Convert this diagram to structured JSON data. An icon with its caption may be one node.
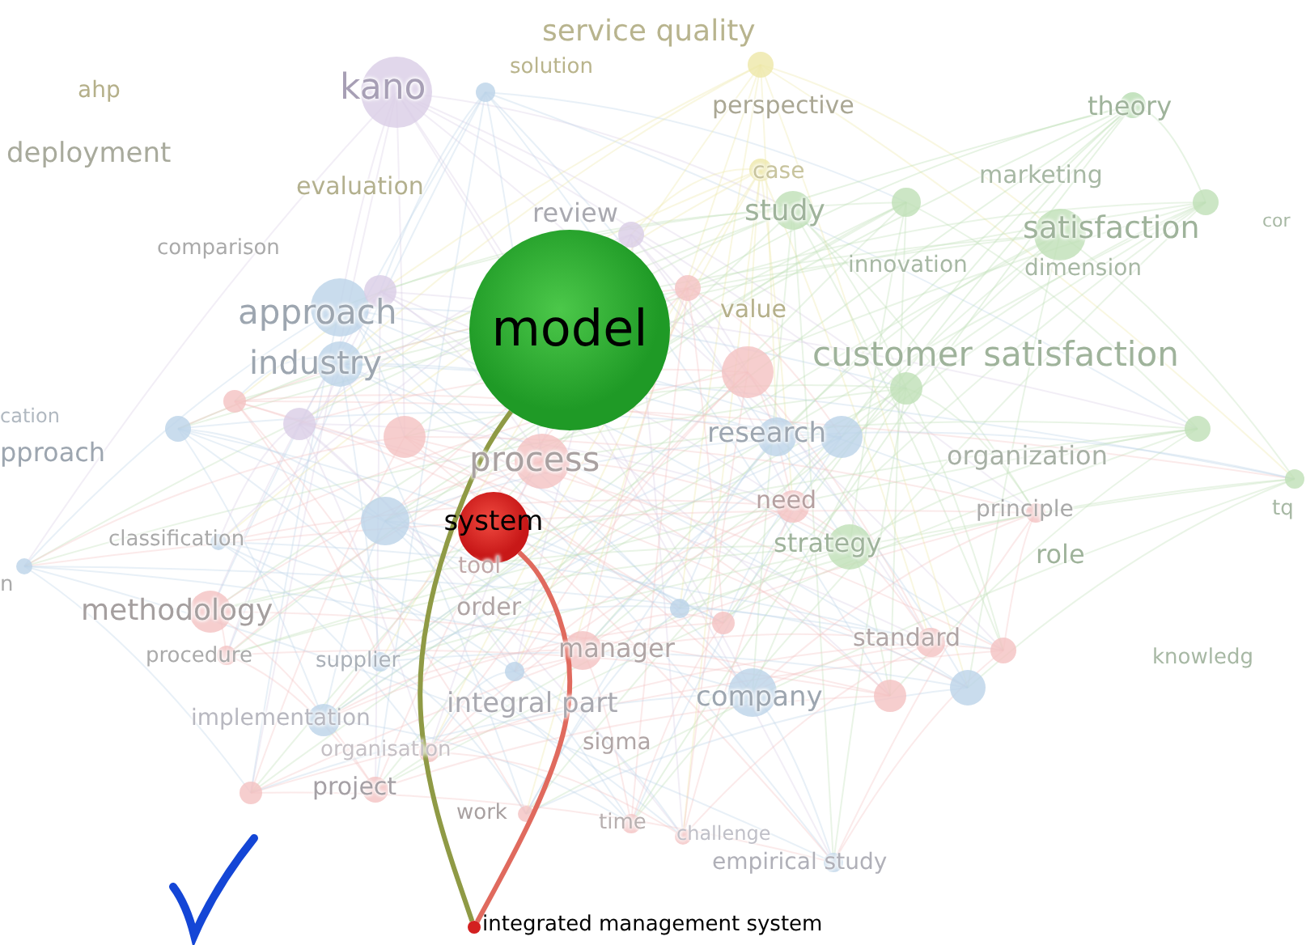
{
  "diagram": {
    "nodes": [
      {
        "text": [
          "model"
        ]
      },
      {
        "text": [
          "system"
        ]
      },
      {
        "text": [
          "integrated management system"
        ]
      }
    ],
    "edges": [
      {
        "from": 2,
        "to": 0,
        "arrow": "none",
        "color": "#8f9a45"
      },
      {
        "from": 2,
        "to": 1,
        "arrow": "none",
        "color": "#e06a5e"
      }
    ],
    "labels": [
      "service quality",
      "solution",
      "ahp",
      "kano",
      "perspective",
      "theory",
      "deployment",
      "evaluation",
      "case",
      "marketing",
      "study",
      "satisfaction",
      "cor",
      "comparison",
      "review",
      "innovation",
      "dimension",
      "value",
      "approach",
      "industry",
      "customer satisfaction",
      "cation",
      "pproach",
      "process",
      "research",
      "organization",
      "tq",
      "need",
      "principle",
      "classification",
      "strategy",
      "role",
      "tool",
      "n",
      "methodology",
      "order",
      "standard",
      "procedure",
      "supplier",
      "manager",
      "knowledg",
      "implementation",
      "integral part",
      "company",
      "organisation",
      "sigma",
      "project",
      "work",
      "time",
      "challenge",
      "empirical study"
    ]
  }
}
